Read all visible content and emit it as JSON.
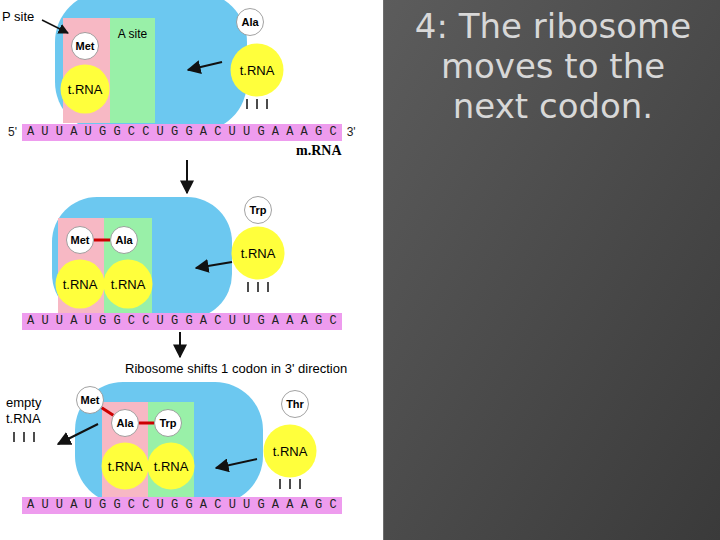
{
  "diagram": {
    "title": "4: The ribosome moves to the next codon.",
    "nodes": [
      {
        "text": [
          "A site"
        ]
      },
      {
        "text": [
          "Met"
        ]
      },
      {
        "text": [
          "t.RNA"
        ]
      },
      {
        "text": [
          "Ala"
        ]
      },
      {
        "text": [
          "t.RNA"
        ]
      },
      {
        "text": [
          "5'",
          "A U U A U G G C C U G G A C U U G A A A G C",
          "3'"
        ]
      },
      {
        "text": [
          "Met"
        ]
      },
      {
        "text": [
          "Ala"
        ]
      },
      {
        "text": [
          "Trp"
        ]
      },
      {
        "text": [
          "t.RNA"
        ]
      },
      {
        "text": [
          "t.RNA"
        ]
      },
      {
        "text": [
          "t.RNA"
        ]
      },
      {
        "text": [
          "A U U A U G G C C U G G A C U U G A A A G C"
        ]
      },
      {
        "text": [
          "Met"
        ]
      },
      {
        "text": [
          "Thr"
        ]
      },
      {
        "text": [
          "Ala"
        ]
      },
      {
        "text": [
          "Trp"
        ]
      },
      {
        "text": [
          "t.RNA"
        ]
      },
      {
        "text": [
          "t.RNA"
        ]
      },
      {
        "text": [
          "t.RNA"
        ]
      },
      {
        "text": [
          "A U U A U G G C C U G G A C U U G A A A G C"
        ]
      }
    ],
    "edges": [
      {
        "from": 6,
        "to": 7,
        "arrow": "none"
      },
      {
        "from": 13,
        "to": 15,
        "arrow": "none"
      },
      {
        "from": 15,
        "to": 16,
        "arrow": "none"
      }
    ],
    "labels": [
      "P site",
      "m.RNA",
      "Ribosome shifts 1 codon in 3' direction",
      "empty t.RNA"
    ]
  }
}
